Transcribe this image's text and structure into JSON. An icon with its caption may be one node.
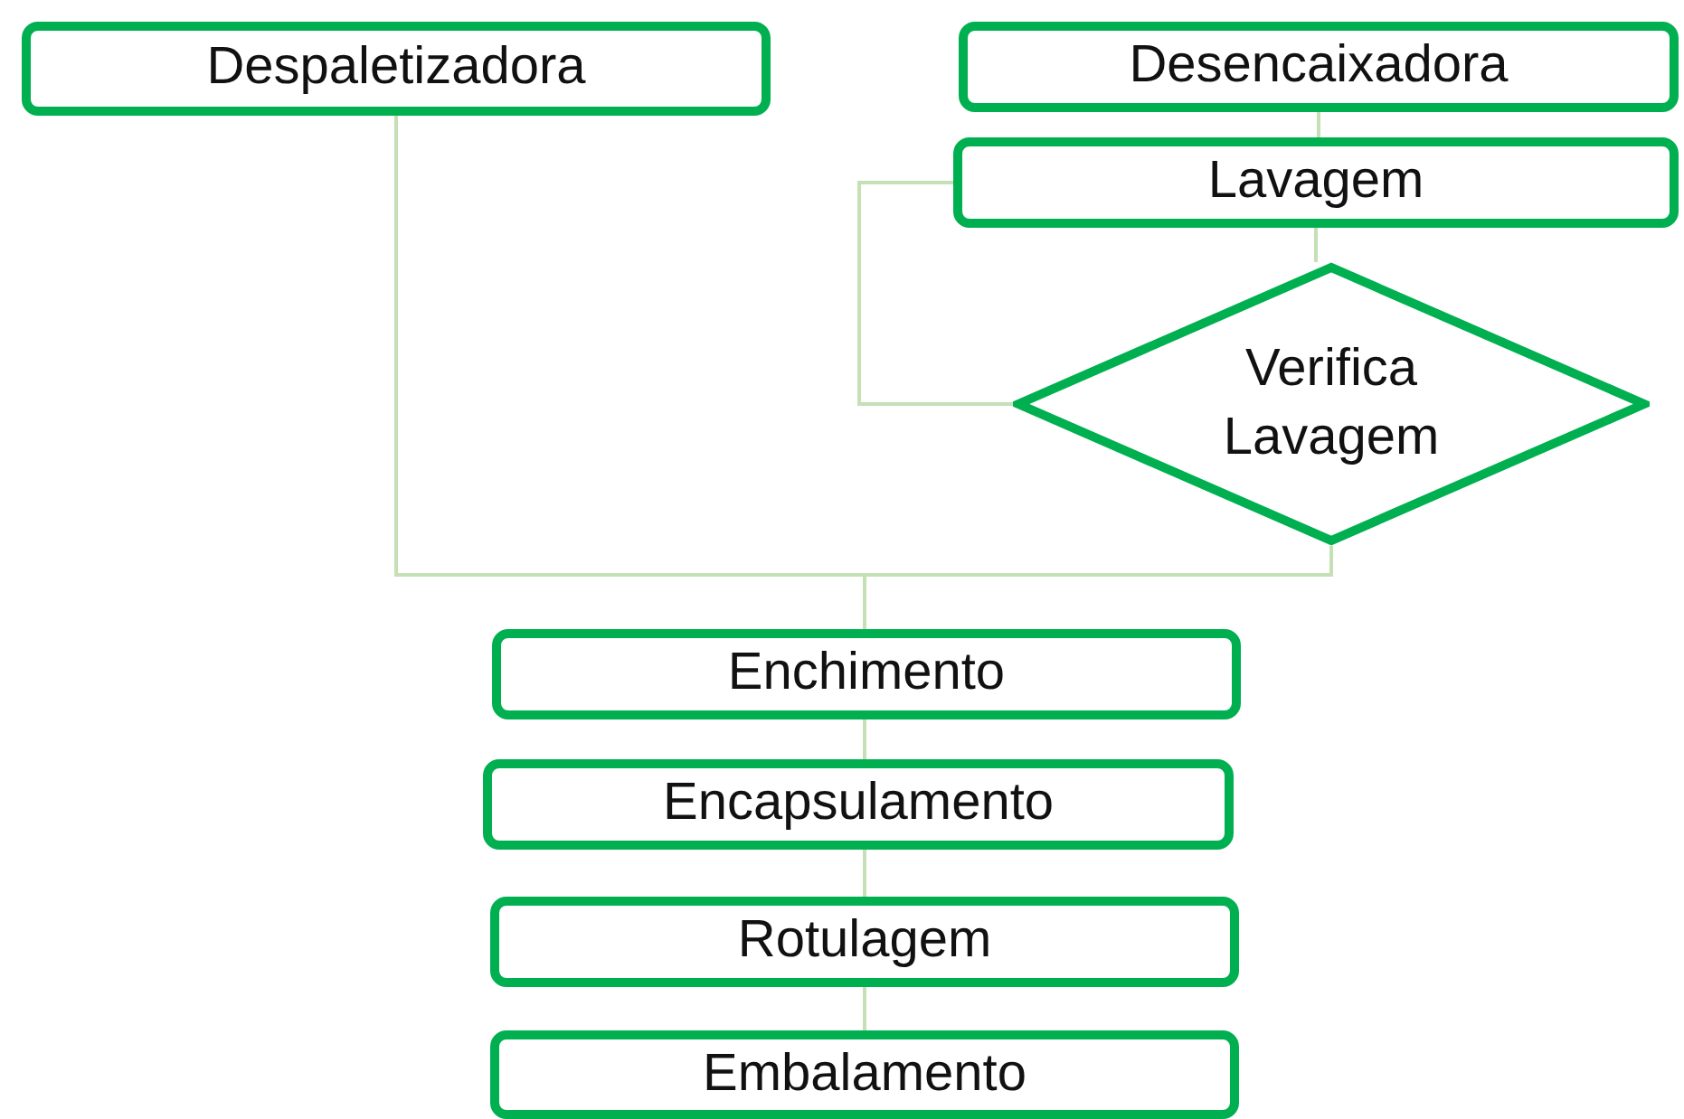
{
  "diagram": {
    "nodes": [
      {
        "text": [
          "Despaletizadora"
        ]
      },
      {
        "text": [
          "Desencaixadora"
        ]
      },
      {
        "text": [
          "Lavagem"
        ]
      },
      {
        "text": [
          "Verifica Lavagem"
        ]
      },
      {
        "text": [
          "Enchimento"
        ]
      },
      {
        "text": [
          "Encapsulamento"
        ]
      },
      {
        "text": [
          "Rotulagem"
        ]
      },
      {
        "text": [
          "Embalamento"
        ]
      }
    ],
    "edges": [
      {
        "from": 1,
        "to": 2,
        "arrow": "none"
      },
      {
        "from": 2,
        "to": 3,
        "arrow": "none"
      },
      {
        "from": 3,
        "to": 2,
        "arrow": "none"
      },
      {
        "from": 0,
        "to": 4,
        "arrow": "none"
      },
      {
        "from": 3,
        "to": 4,
        "arrow": "none"
      },
      {
        "from": 4,
        "to": 5,
        "arrow": "none"
      },
      {
        "from": 5,
        "to": 6,
        "arrow": "none"
      },
      {
        "from": 6,
        "to": 7,
        "arrow": "none"
      }
    ]
  }
}
